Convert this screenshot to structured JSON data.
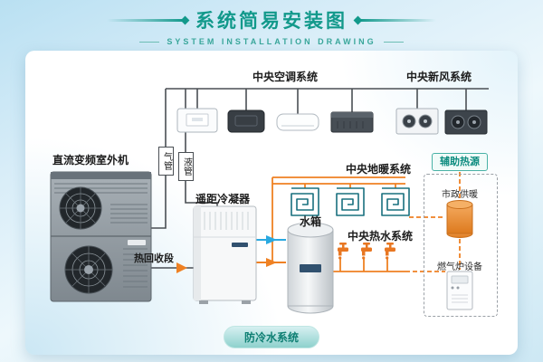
{
  "header": {
    "title": "系统简易安装图",
    "subtitle": "SYSTEM INSTALLATION DRAWING"
  },
  "systems": {
    "central_ac": "中央空调系统",
    "fresh_air": "中央新风系统",
    "floor_heating": "中央地暖系统",
    "hot_water": "中央热水系统"
  },
  "equipment": {
    "outdoor_unit": "直流变频室外机",
    "gas_pipe": "气管",
    "liquid_pipe": "液管",
    "condenser": "遥距冷凝器",
    "heat_recovery": "热回收段",
    "water_tank": "水箱"
  },
  "aux": {
    "title": "辅助热源",
    "municipal": "市政供暖",
    "gas_furnace": "燃气炉设备"
  },
  "footer": {
    "badge": "防冷水系统"
  },
  "colors": {
    "accent": "#12998b",
    "pipe": "#4a4f54",
    "hot": "#ef8123",
    "cold": "#2aa9e0"
  }
}
